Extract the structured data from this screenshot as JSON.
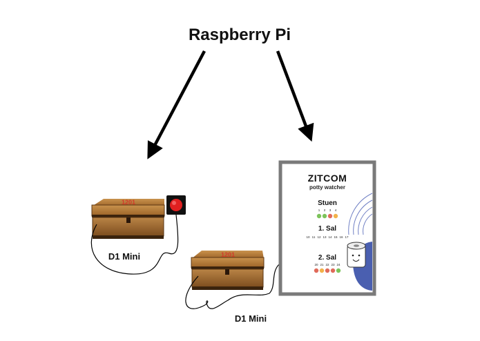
{
  "diagram": {
    "hub_label": "Raspberry Pi",
    "node_left_label": "D1 Mini",
    "node_right_label": "D1 Mini",
    "box_lid_text": "1201",
    "button_color": "#e02020"
  },
  "display": {
    "brand": "ZITCOM",
    "subtitle": "potty watcher",
    "sections": [
      {
        "name": "Stuen",
        "numbers": [
          "1",
          "2",
          "3",
          "4"
        ],
        "status_colors": [
          "#7cc35a",
          "#7cc35a",
          "#e06a5a",
          "#f2b24a"
        ]
      },
      {
        "name": "1. Sal",
        "numbers": [
          "10",
          "11",
          "12",
          "13",
          "14",
          "15",
          "16",
          "17"
        ],
        "status_colors": []
      },
      {
        "name": "2. Sal",
        "numbers": [
          "20",
          "21",
          "22",
          "23",
          "24"
        ],
        "status_colors": [
          "#e06a5a",
          "#f2b24a",
          "#e06a5a",
          "#e06a5a",
          "#7cc35a"
        ]
      }
    ],
    "accent_color": "#4a5fb0"
  }
}
